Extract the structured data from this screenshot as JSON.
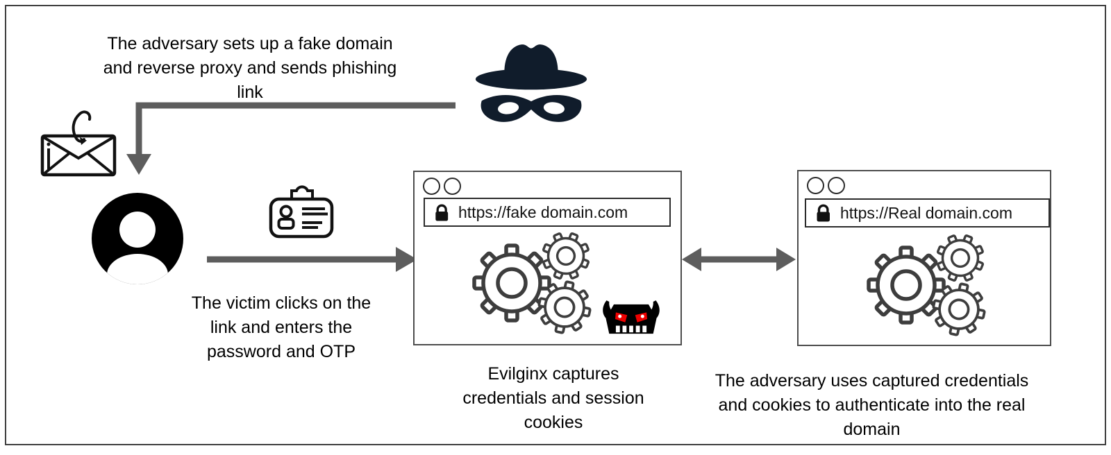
{
  "labels": {
    "adversary_setup": {
      "lines": [
        "The adversary sets up a fake domain",
        "and reverse proxy and sends phishing",
        "link"
      ]
    },
    "victim_action": {
      "lines": [
        "The victim clicks on the",
        "link and enters the",
        "password and OTP"
      ]
    },
    "evilginx_capture": {
      "lines": [
        "Evilginx captures",
        "credentials and session",
        "cookies"
      ]
    },
    "adversary_auth": {
      "lines": [
        "The adversary uses captured credentials",
        "and cookies to authenticate into the real",
        "domain"
      ]
    }
  },
  "fake_browser": {
    "url": "https://fake domain.com"
  },
  "real_browser": {
    "url": "https://Real domain.com"
  },
  "icons": {
    "hacker": "spy-hat-mask-icon",
    "phishing_email": "envelope-fishhook-icon",
    "victim": "person-avatar-icon",
    "credentials": "id-badge-icon",
    "site_process": "gears-icon",
    "evilginx": "devil-face-icon",
    "secure_connection": "padlock-icon",
    "window_controls": "window-dots-icon"
  },
  "colors": {
    "outline": "#3d3d3d",
    "arrow": "#5d5d5d",
    "hacker_icon": "#101c2b",
    "devil_eye": "#ee0000",
    "border": "#4c4c4c",
    "text": "#000000",
    "background": "#ffffff"
  }
}
